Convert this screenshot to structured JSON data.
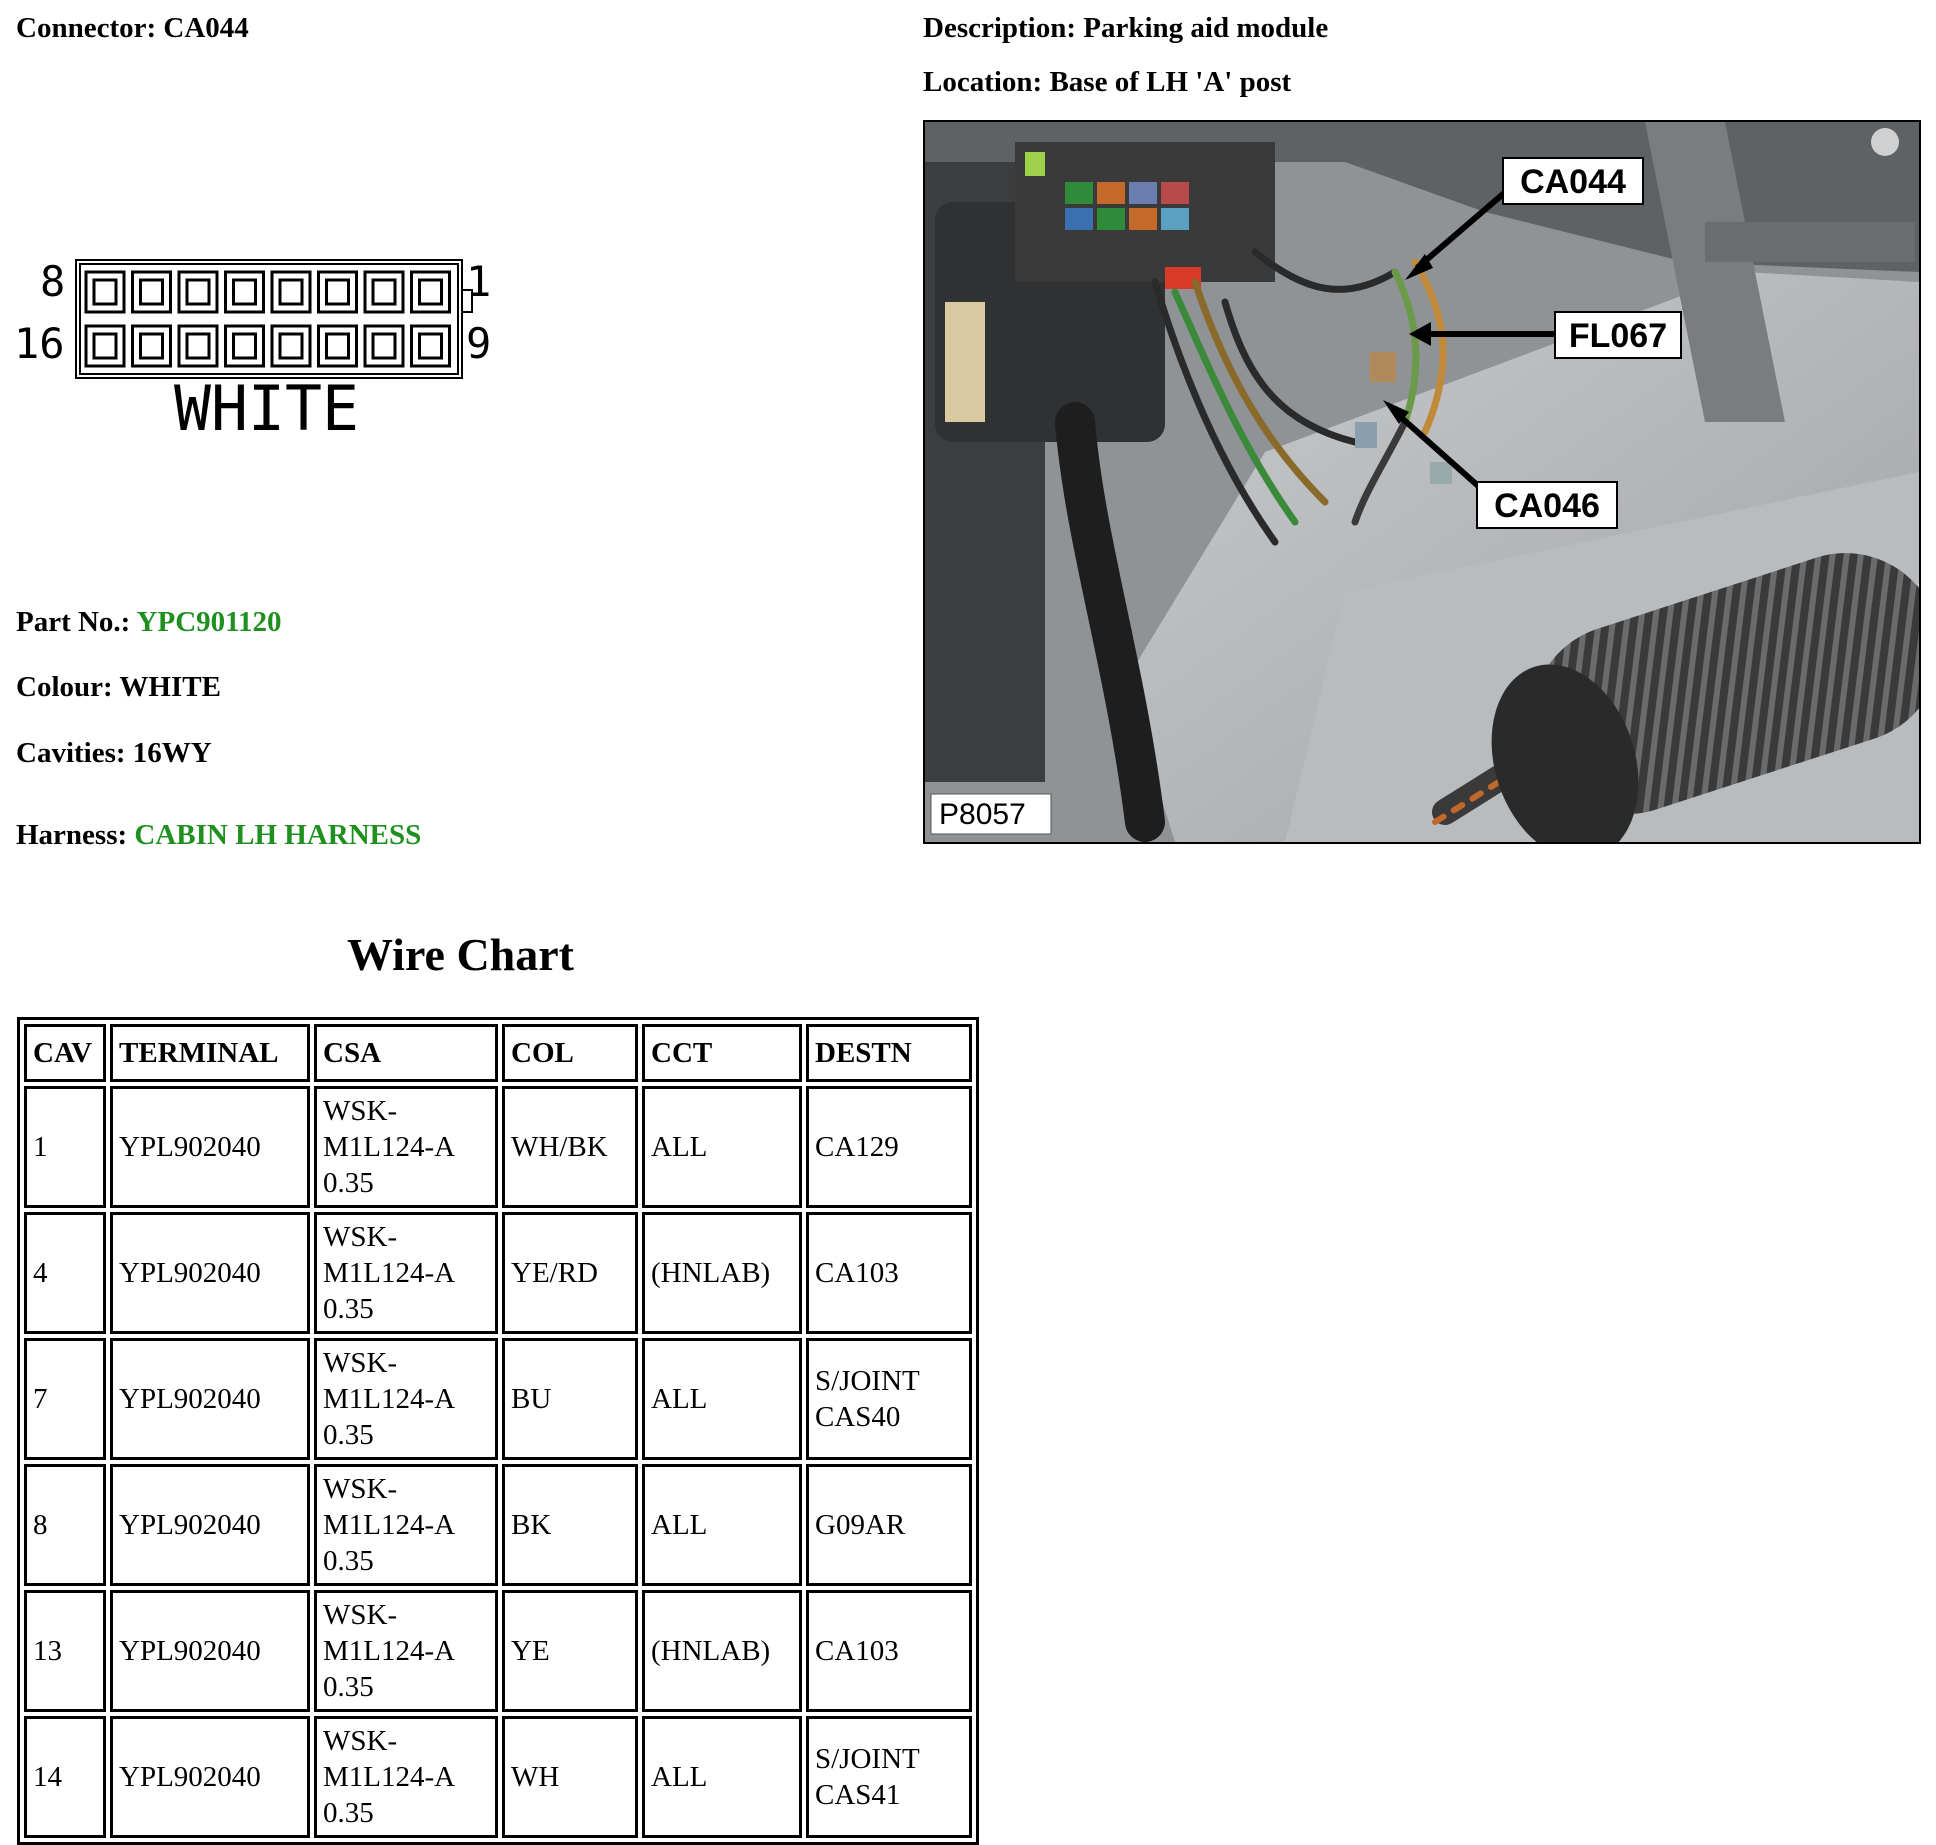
{
  "connector": {
    "label": "Connector:",
    "value": "CA044"
  },
  "description": {
    "label": "Description:",
    "value": "Parking aid module"
  },
  "location": {
    "label": "Location:",
    "value": "Base of LH 'A' post"
  },
  "diagram": {
    "pin_top_left": "8",
    "pin_top_right": "1",
    "pin_bottom_left": "16",
    "pin_bottom_right": "9",
    "colour_text": "WHITE"
  },
  "part_no": {
    "label": "Part No.:",
    "value": "YPC901120"
  },
  "colour": {
    "label": "Colour:",
    "value": "WHITE"
  },
  "cavities": {
    "label": "Cavities:",
    "value": "16WY"
  },
  "harness": {
    "label": "Harness:",
    "value": "CABIN LH HARNESS"
  },
  "photo": {
    "callouts": [
      "CA044",
      "FL067",
      "CA046"
    ],
    "photo_id": "P8057"
  },
  "wire_chart": {
    "title": "Wire Chart",
    "headers": [
      "CAV",
      "TERMINAL",
      "CSA",
      "COL",
      "CCT",
      "DESTN"
    ],
    "rows": [
      [
        "1",
        "YPL902040",
        "WSK-\nM1L124-A\n0.35",
        "WH/BK",
        "ALL",
        "CA129"
      ],
      [
        "4",
        "YPL902040",
        "WSK-\nM1L124-A\n0.35",
        "YE/RD",
        "(HNLAB)",
        "CA103"
      ],
      [
        "7",
        "YPL902040",
        "WSK-\nM1L124-A\n0.35",
        "BU",
        "ALL",
        "S/JOINT\nCAS40"
      ],
      [
        "8",
        "YPL902040",
        "WSK-\nM1L124-A\n0.35",
        "BK",
        "ALL",
        "G09AR"
      ],
      [
        "13",
        "YPL902040",
        "WSK-\nM1L124-A\n0.35",
        "YE",
        "(HNLAB)",
        "CA103"
      ],
      [
        "14",
        "YPL902040",
        "WSK-\nM1L124-A\n0.35",
        "WH",
        "ALL",
        "S/JOINT\nCAS41"
      ]
    ]
  },
  "colors": {
    "link_green": "#1f8f1f"
  }
}
